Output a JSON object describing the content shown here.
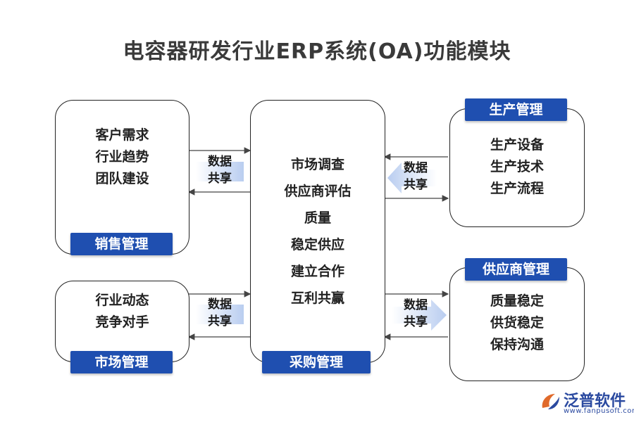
{
  "title": "电容器研发行业ERP系统(OA)功能模块",
  "modules": {
    "sales": {
      "label": "销售管理",
      "items": [
        "客户需求",
        "行业趋势",
        "团队建设"
      ]
    },
    "market": {
      "label": "市场管理",
      "items": [
        "行业动态",
        "竞争对手"
      ]
    },
    "purchase": {
      "label": "采购管理",
      "items": [
        "市场调查",
        "供应商评估",
        "质量",
        "稳定供应",
        "建立合作",
        "互利共赢"
      ]
    },
    "production": {
      "label": "生产管理",
      "items": [
        "生产设备",
        "生产技术",
        "生产流程"
      ]
    },
    "supplier": {
      "label": "供应商管理",
      "items": [
        "质量稳定",
        "供货稳定",
        "保持沟通"
      ]
    }
  },
  "share_label": {
    "line1": "数据",
    "line2": "共享"
  },
  "brand": {
    "name": "泛普软件",
    "url": "www.fanpusoft.com"
  },
  "colors": {
    "label_bg": "#1f4fb0",
    "arrow": "#444444",
    "brand": "#2b4aa0"
  }
}
